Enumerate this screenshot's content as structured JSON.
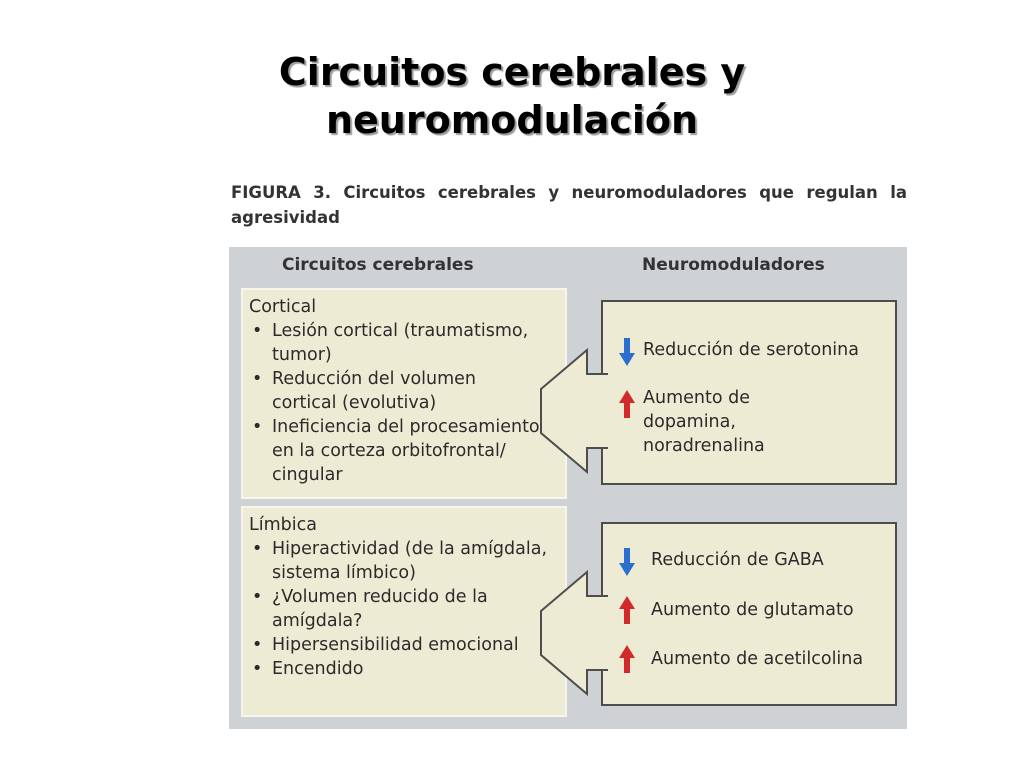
{
  "slide": {
    "title_line1": "Circuitos cerebrales y",
    "title_line2": "neuromodulación"
  },
  "figure": {
    "caption": "FIGURA 3. Circuitos cerebrales y neuromoduladores que regulan la agresividad",
    "headers": {
      "left": "Circuitos cerebrales",
      "right": "Neuromoduladores"
    },
    "circuits": [
      {
        "title": "Cortical",
        "bullets": [
          "Lesión cortical (traumatismo, tumor)",
          "Reducción del volumen cortical (evolutiva)",
          "Ineficiencia del procesamiento en la corteza orbitofrontal/ cingular"
        ]
      },
      {
        "title": "Límbica",
        "bullets": [
          "Hiperactividad (de la amígdala, sistema límbico)",
          "¿Volumen reducido de la amígdala?",
          "Hipersensibilidad emocional",
          "Encendido"
        ]
      }
    ],
    "modulators": [
      {
        "items": [
          {
            "icon": "arrow-down-icon",
            "color": "#2a6fd0",
            "text": "Reducción de serotonina"
          },
          {
            "icon": "arrow-up-icon",
            "color": "#d22a2a",
            "text": "Aumento de dopamina,\nnoradrenalina"
          }
        ]
      },
      {
        "items": [
          {
            "icon": "arrow-down-icon",
            "color": "#2a6fd0",
            "text": "Reducción de GABA"
          },
          {
            "icon": "arrow-up-icon",
            "color": "#d22a2a",
            "text": "Aumento de glutamato"
          },
          {
            "icon": "arrow-up-icon",
            "color": "#d22a2a",
            "text": "Aumento de acetilcolina"
          }
        ]
      }
    ]
  }
}
